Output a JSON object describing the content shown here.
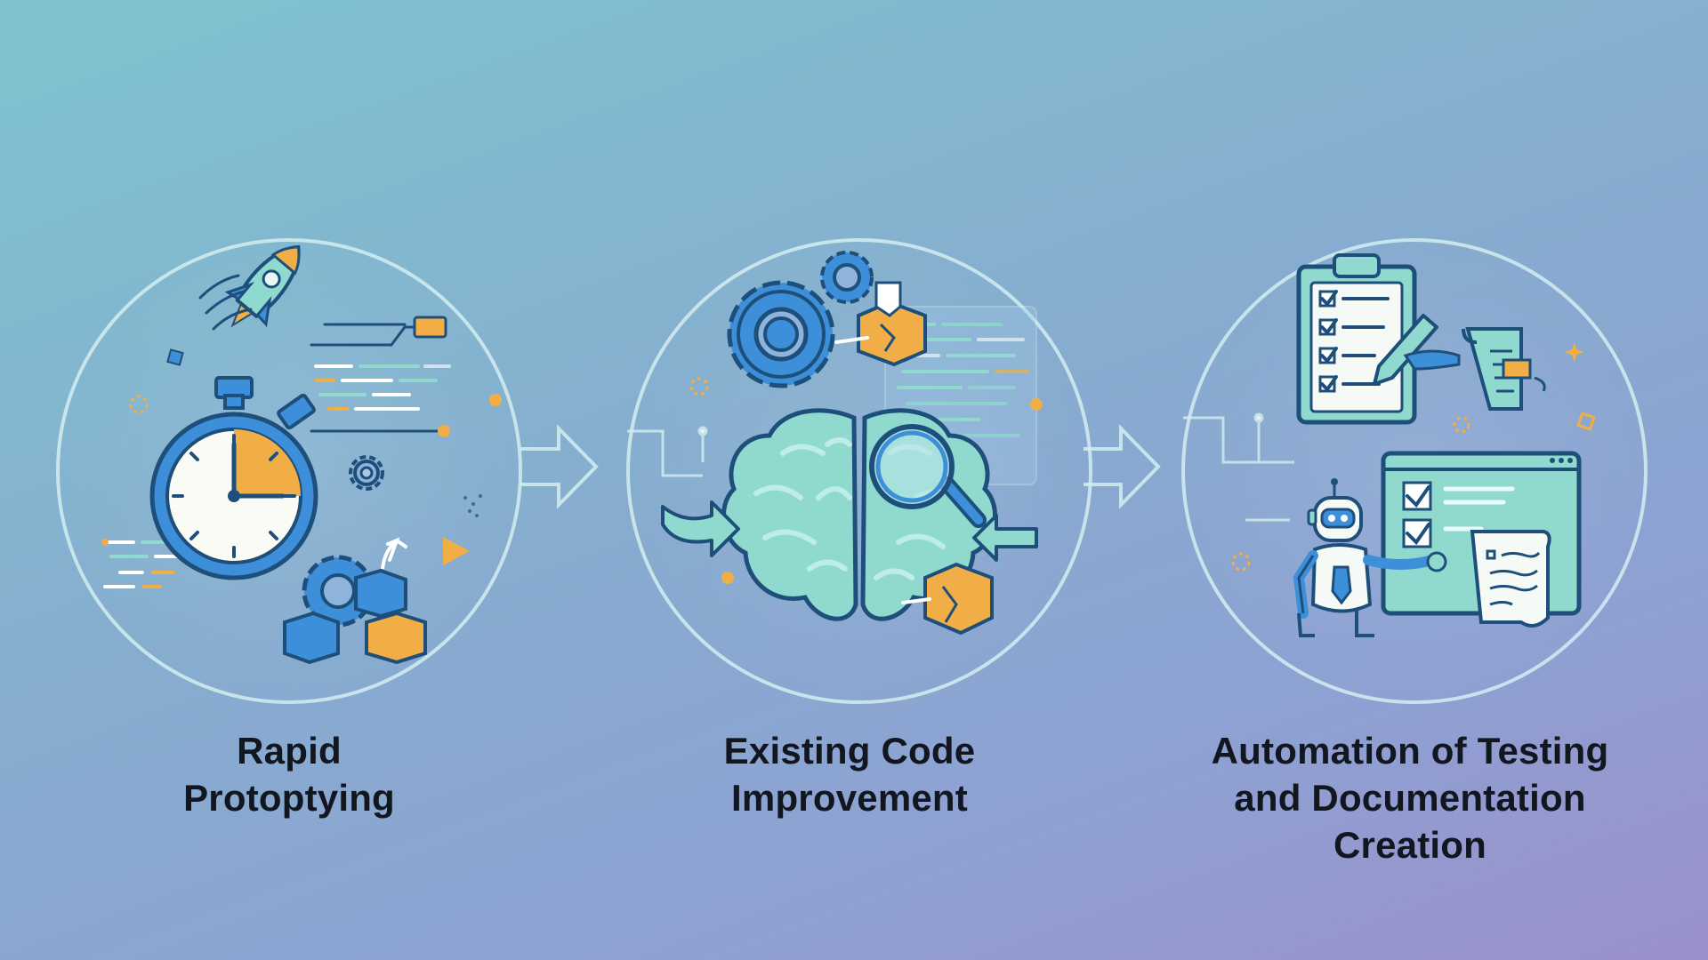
{
  "stages": [
    {
      "id": "rapid-prototyping",
      "icon": "stopwatch-rocket-blocks-icon",
      "label_lines": [
        "Rapid",
        "Protoptying"
      ]
    },
    {
      "id": "existing-code-improvement",
      "icon": "brain-gears-magnifier-icon",
      "label_lines": [
        "Existing Code",
        "Improvement"
      ]
    },
    {
      "id": "automation-testing-docs",
      "icon": "robot-clipboard-scroll-icon",
      "label_lines": [
        "Automation of Testing",
        "and Documentation",
        "Creation"
      ]
    }
  ],
  "colors": {
    "ring": "#d4eef0",
    "blue": "#3d8fd9",
    "teal": "#8fd9cf",
    "orange": "#f2ae46",
    "outline": "#1e4f7a",
    "label": "#11161f"
  }
}
